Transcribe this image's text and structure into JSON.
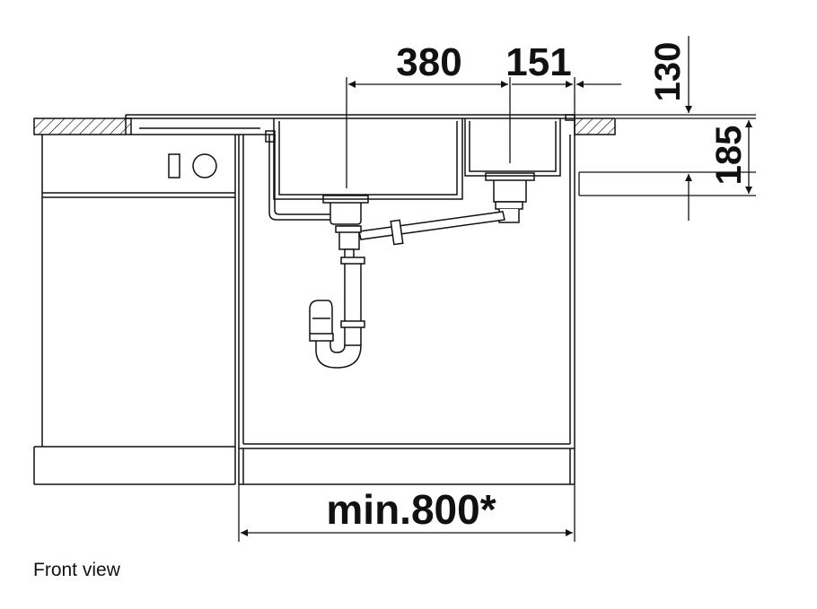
{
  "dimensions": {
    "main_bowl_width": "380",
    "small_bowl_width": "151",
    "bowl_depth": "130",
    "clearance": "185",
    "cabinet_width": "min.800*"
  },
  "caption": "Front view",
  "colors": {
    "line": "#111111",
    "background": "#ffffff"
  }
}
